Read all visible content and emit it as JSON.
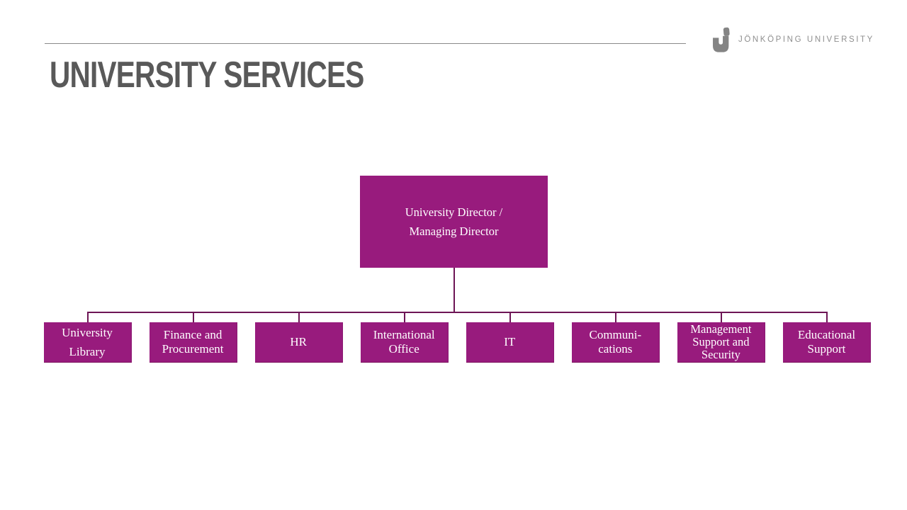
{
  "slide": {
    "title": "UNIVERSITY SERVICES"
  },
  "logo": {
    "icon": "ju-j-mark-icon",
    "wordmark": "JÖNKÖPING UNIVERSITY"
  },
  "colors": {
    "title_text": "#595959",
    "header_rule": "#8a8a8a",
    "logo_gray": "#848484",
    "wordmark_gray": "#8f8f8f",
    "box_fill": "#981b7d",
    "box_text": "#ffffff",
    "connector": "#6d1555"
  },
  "org_chart": {
    "root": {
      "label_lines": [
        "University Director /",
        "Managing Director"
      ]
    },
    "children": [
      {
        "label_lines": [
          "University",
          "Library"
        ],
        "spacing": "wide"
      },
      {
        "label_lines": [
          "Finance and",
          "Procurement"
        ],
        "spacing": "normal"
      },
      {
        "label_lines": [
          "HR"
        ],
        "spacing": "normal"
      },
      {
        "label_lines": [
          "International",
          "Office"
        ],
        "spacing": "normal"
      },
      {
        "label_lines": [
          "IT"
        ],
        "spacing": "normal"
      },
      {
        "label_lines": [
          "Communi-",
          "cations"
        ],
        "spacing": "normal"
      },
      {
        "label_lines": [
          "Management",
          "Support and",
          "Security"
        ],
        "spacing": "tight"
      },
      {
        "label_lines": [
          "Educational",
          "Support"
        ],
        "spacing": "normal"
      }
    ]
  }
}
